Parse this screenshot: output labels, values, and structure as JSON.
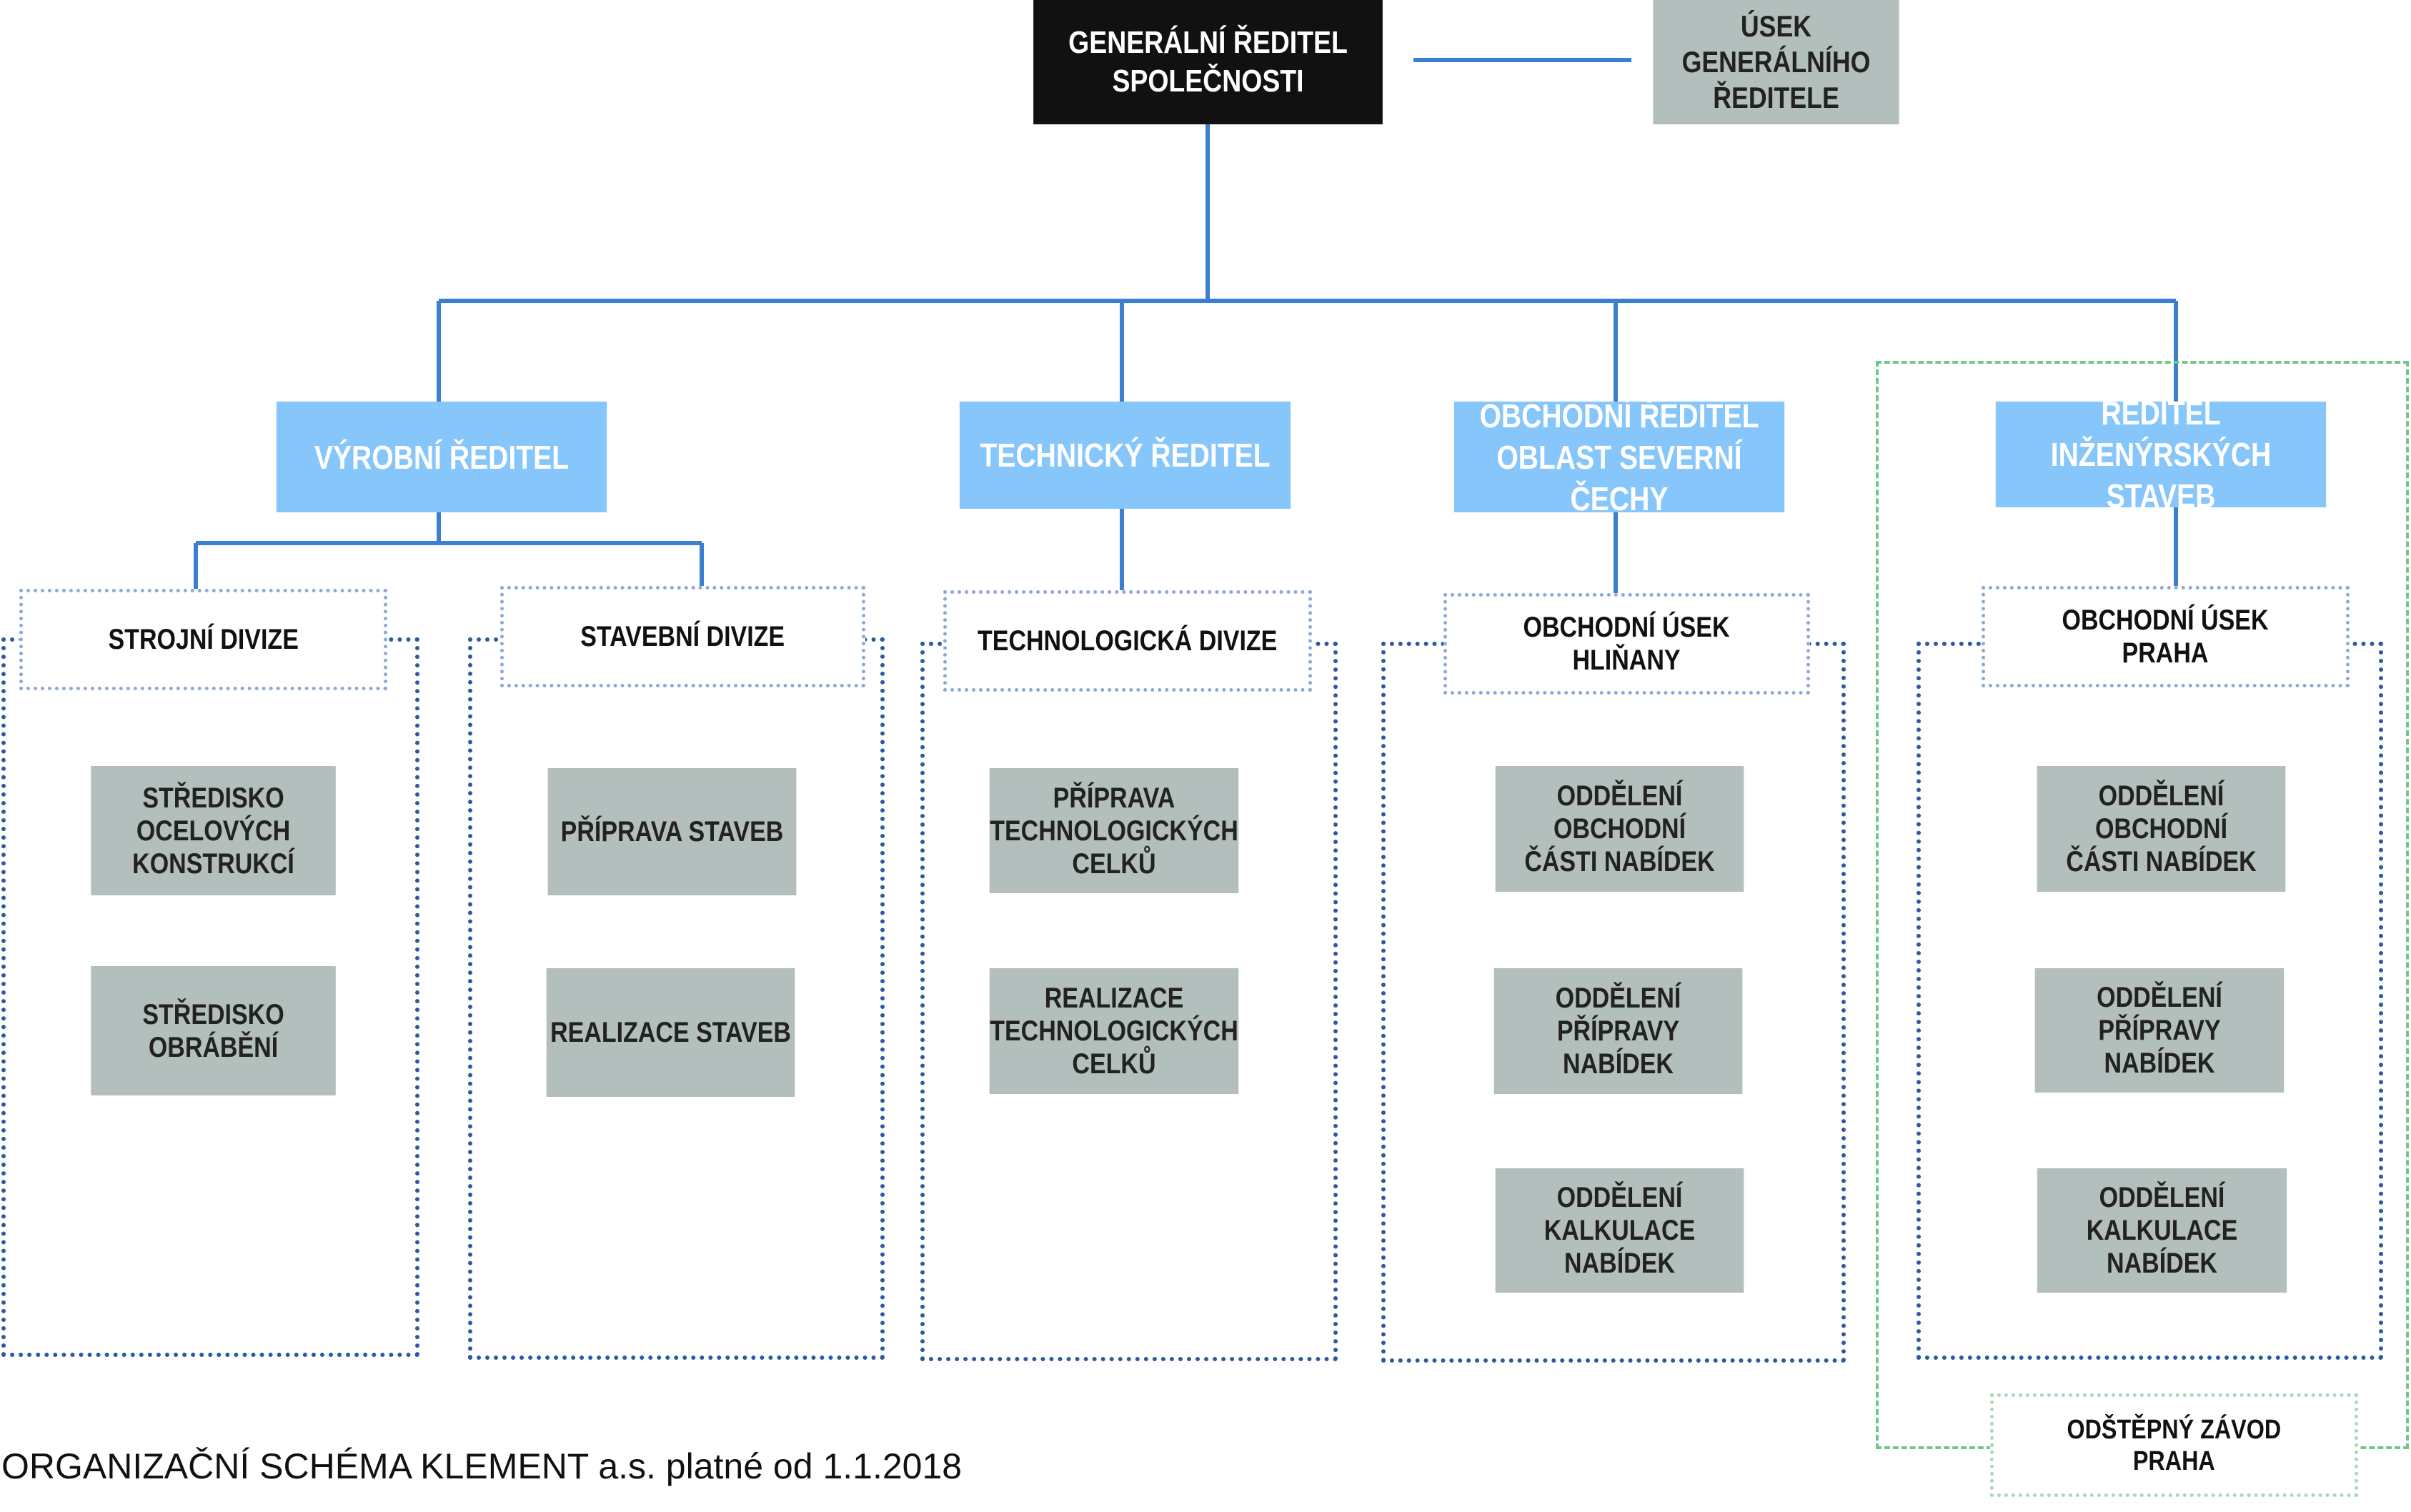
{
  "ceo": {
    "label": "GENERÁLNÍ ŘEDITEL\nSPOLEČNOSTI"
  },
  "ceo_office": {
    "label": "ÚSEK GENERÁLNÍHO\nŘEDITELE"
  },
  "directors": [
    {
      "label": "VÝROBNÍ ŘEDITEL"
    },
    {
      "label": "TECHNICKÝ ŘEDITEL"
    },
    {
      "label": "OBCHODNÍ ŘEDITEL\nOBLAST SEVERNÍ ČECHY"
    },
    {
      "label": "ŘEDITEL INŽENÝRSKÝCH\nSTAVEB"
    }
  ],
  "divisions": [
    {
      "label": "STROJNÍ DIVIZE",
      "units": [
        "STŘEDISKO\nOCELOVÝCH\nKONSTRUKCÍ",
        "STŘEDISKO\nOBRÁBĚNÍ"
      ]
    },
    {
      "label": "STAVEBNÍ DIVIZE",
      "units": [
        "PŘÍPRAVA STAVEB",
        "REALIZACE STAVEB"
      ]
    },
    {
      "label": "TECHNOLOGICKÁ DIVIZE",
      "units": [
        "PŘÍPRAVA\nTECHNOLOGICKÝCH\nCELKŮ",
        "REALIZACE\nTECHNOLOGICKÝCH\nCELKŮ"
      ]
    },
    {
      "label": "OBCHODNÍ ÚSEK\nHLIŇANY",
      "units": [
        "ODDĚLENÍ OBCHODNÍ\nČÁSTI NABÍDEK",
        "ODDĚLENÍ PŘÍPRAVY\nNABÍDEK",
        "ODDĚLENÍ KALKULACE\nNABÍDEK"
      ]
    },
    {
      "label": "OBCHODNÍ ÚSEK\nPRAHA",
      "units": [
        "ODDĚLENÍ OBCHODNÍ\nČÁSTI NABÍDEK",
        "ODDĚLENÍ PŘÍPRAVY\nNABÍDEK",
        "ODDĚLENÍ KALKULACE\nNABÍDEK"
      ]
    }
  ],
  "branch": {
    "label": "ODŠTĚPNÝ ZÁVOD\nPRAHA"
  },
  "caption": "ORGANIZAČNÍ SCHÉMA KLEMENT a.s. platné od 1.1.2018",
  "colors": {
    "connector": "#3b7fd0",
    "ceo_fill": "#111111",
    "director_fill": "#86c6fb",
    "unit_fill": "#b3bfbc",
    "panel_border": "#2c5aa0",
    "branch_border": "#6cc98a"
  }
}
